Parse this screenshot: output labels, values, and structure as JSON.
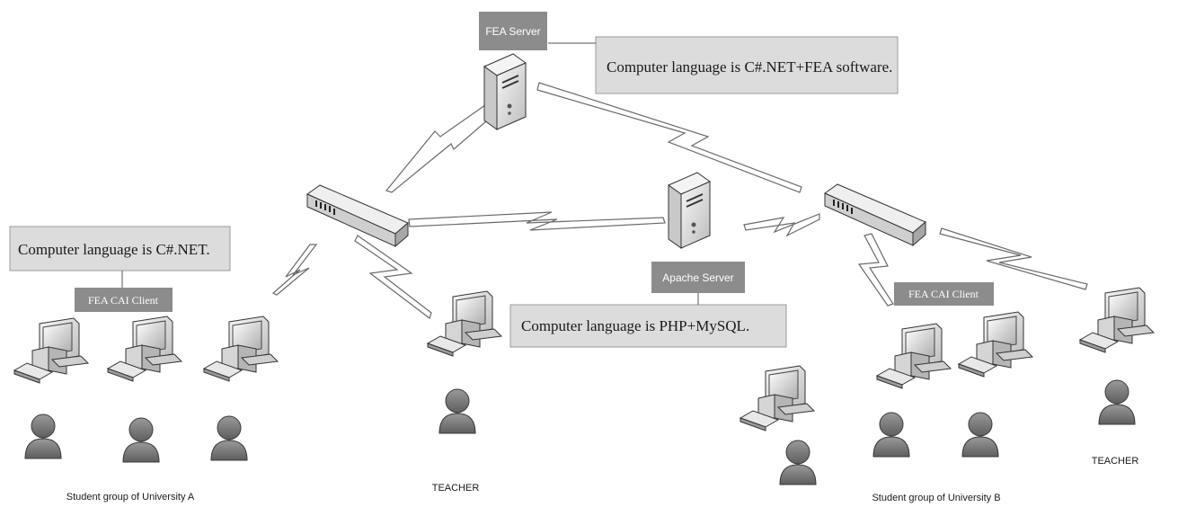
{
  "labels": {
    "fea_server": "FEA Server",
    "apache_server": "Apache Server",
    "fea_cai_client_a": "FEA CAI  Client",
    "fea_cai_client_b": "FEA CAI  Client",
    "group_a": "Student group of University A",
    "group_b": "Student group of University B",
    "teacher_center": "TEACHER",
    "teacher_right": "TEACHER"
  },
  "notes": {
    "fea_server_lang": "Computer language is C#.NET+FEA software.",
    "client_a_lang": "Computer language is C#.NET.",
    "apache_lang": "Computer language is PHP+MySQL."
  },
  "colors": {
    "tag_fill": "#8c8c8c",
    "note_fill": "#dcdcdc",
    "person_fill": "#777777",
    "device_fill": "#e6e6e6"
  }
}
